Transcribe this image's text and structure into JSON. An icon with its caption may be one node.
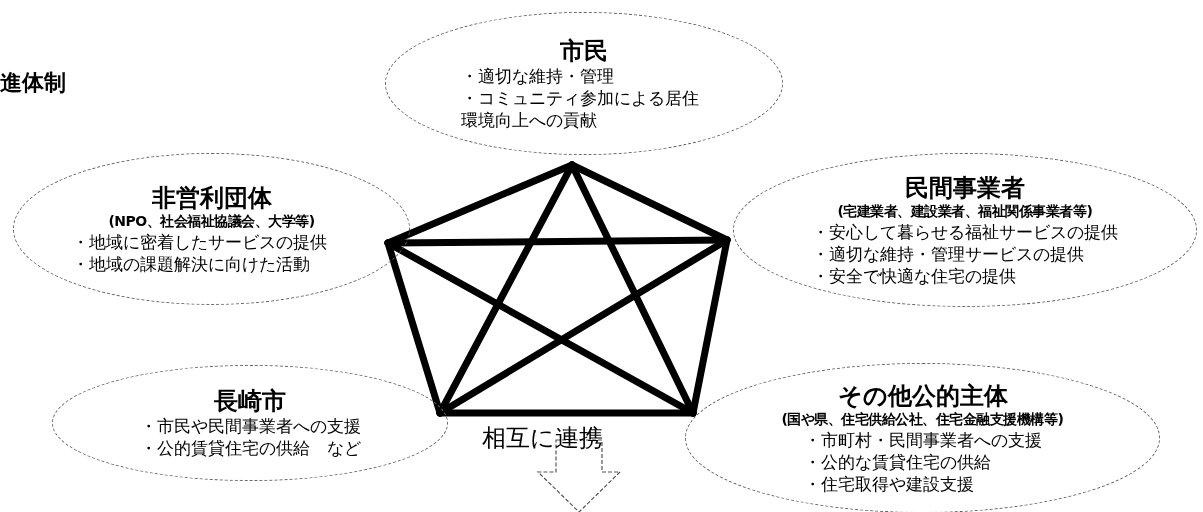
{
  "diagram": {
    "nodes": [
      {
        "text": [
          "市民",
          "・適切な維持・管理",
          "・コミュニティ参加による居住環境向上への貢献"
        ]
      },
      {
        "text": [
          "非営利団体",
          "(NPO、社会福祉協議会、大学等)",
          "・地域に密着したサービスの提供",
          "・地域の課題解決に向けた活動"
        ]
      },
      {
        "text": [
          "民間事業者",
          "(宅建業者、建設業者、福祉関係事業者等)",
          "・安心して暮らせる福祉サービスの提供",
          "・適切な維持・管理サービスの提供",
          "・安全で快適な住宅の提供"
        ]
      },
      {
        "text": [
          "長崎市",
          "・市民や民間事業者への支援",
          "・公的賃貸住宅の供給　など"
        ]
      },
      {
        "text": [
          "その他公的主体",
          "(国や県、住宅供給公社、住宅金融支援機構等)",
          "・市町村・民間事業者への支援",
          "・公的な賃貸住宅の供給",
          "・住宅取得や建設支援"
        ]
      }
    ],
    "edges": [
      {
        "from": 0,
        "to": 2,
        "arrow": "none"
      },
      {
        "from": 2,
        "to": 4,
        "arrow": "none"
      },
      {
        "from": 4,
        "to": 3,
        "arrow": "none"
      },
      {
        "from": 3,
        "to": 1,
        "arrow": "none"
      },
      {
        "from": 1,
        "to": 0,
        "arrow": "none"
      },
      {
        "from": 0,
        "to": 3,
        "arrow": "none"
      },
      {
        "from": 0,
        "to": 4,
        "arrow": "none"
      },
      {
        "from": 1,
        "to": 2,
        "arrow": "none"
      },
      {
        "from": 1,
        "to": 4,
        "arrow": "none"
      },
      {
        "from": 2,
        "to": 3,
        "arrow": "none"
      }
    ],
    "labels": [
      "進体制",
      "相互に連携"
    ]
  }
}
